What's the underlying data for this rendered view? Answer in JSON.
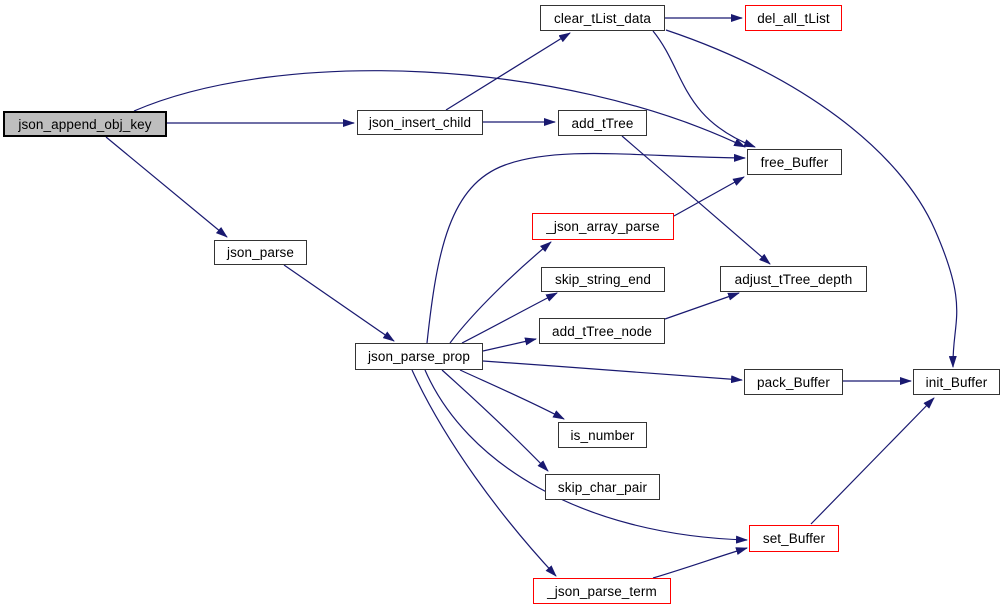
{
  "graph": {
    "kind": "doxygen-call-graph",
    "colors": {
      "edge": "#191970",
      "normal_border": "#343434",
      "truncated_border": "#ff0000",
      "focus_fill": "#bebebe",
      "node_fill": "#ffffff",
      "background": "#ffffff",
      "text": "#000000"
    },
    "nodes": {
      "json_append_obj_key": {
        "label": "json_append_obj_key",
        "style": "focus"
      },
      "json_insert_child": {
        "label": "json_insert_child",
        "style": "normal"
      },
      "clear_tList_data": {
        "label": "clear_tList_data",
        "style": "normal"
      },
      "del_all_tList": {
        "label": "del_all_tList",
        "style": "truncated"
      },
      "add_tTree": {
        "label": "add_tTree",
        "style": "normal"
      },
      "free_Buffer": {
        "label": "free_Buffer",
        "style": "normal"
      },
      "json_parse": {
        "label": "json_parse",
        "style": "normal"
      },
      "_json_array_parse": {
        "label": "_json_array_parse",
        "style": "truncated"
      },
      "skip_string_end": {
        "label": "skip_string_end",
        "style": "normal"
      },
      "adjust_tTree_depth": {
        "label": "adjust_tTree_depth",
        "style": "normal"
      },
      "add_tTree_node": {
        "label": "add_tTree_node",
        "style": "normal"
      },
      "json_parse_prop": {
        "label": "json_parse_prop",
        "style": "normal"
      },
      "pack_Buffer": {
        "label": "pack_Buffer",
        "style": "normal"
      },
      "init_Buffer": {
        "label": "init_Buffer",
        "style": "normal"
      },
      "is_number": {
        "label": "is_number",
        "style": "normal"
      },
      "skip_char_pair": {
        "label": "skip_char_pair",
        "style": "normal"
      },
      "set_Buffer": {
        "label": "set_Buffer",
        "style": "truncated"
      },
      "_json_parse_term": {
        "label": "_json_parse_term",
        "style": "truncated"
      }
    },
    "edges": [
      {
        "from": "json_append_obj_key",
        "to": "json_insert_child"
      },
      {
        "from": "json_append_obj_key",
        "to": "json_parse"
      },
      {
        "from": "json_append_obj_key",
        "to": "free_Buffer"
      },
      {
        "from": "json_insert_child",
        "to": "add_tTree"
      },
      {
        "from": "json_insert_child",
        "to": "clear_tList_data"
      },
      {
        "from": "clear_tList_data",
        "to": "del_all_tList"
      },
      {
        "from": "clear_tList_data",
        "to": "free_Buffer"
      },
      {
        "from": "clear_tList_data",
        "to": "init_Buffer"
      },
      {
        "from": "add_tTree",
        "to": "adjust_tTree_depth"
      },
      {
        "from": "json_parse",
        "to": "json_parse_prop"
      },
      {
        "from": "json_parse_prop",
        "to": "free_Buffer"
      },
      {
        "from": "json_parse_prop",
        "to": "_json_array_parse"
      },
      {
        "from": "json_parse_prop",
        "to": "skip_string_end"
      },
      {
        "from": "json_parse_prop",
        "to": "add_tTree_node"
      },
      {
        "from": "json_parse_prop",
        "to": "pack_Buffer"
      },
      {
        "from": "json_parse_prop",
        "to": "is_number"
      },
      {
        "from": "json_parse_prop",
        "to": "skip_char_pair"
      },
      {
        "from": "json_parse_prop",
        "to": "set_Buffer"
      },
      {
        "from": "json_parse_prop",
        "to": "_json_parse_term"
      },
      {
        "from": "_json_array_parse",
        "to": "free_Buffer"
      },
      {
        "from": "add_tTree_node",
        "to": "adjust_tTree_depth"
      },
      {
        "from": "pack_Buffer",
        "to": "init_Buffer"
      },
      {
        "from": "set_Buffer",
        "to": "init_Buffer"
      },
      {
        "from": "_json_parse_term",
        "to": "set_Buffer"
      }
    ]
  }
}
